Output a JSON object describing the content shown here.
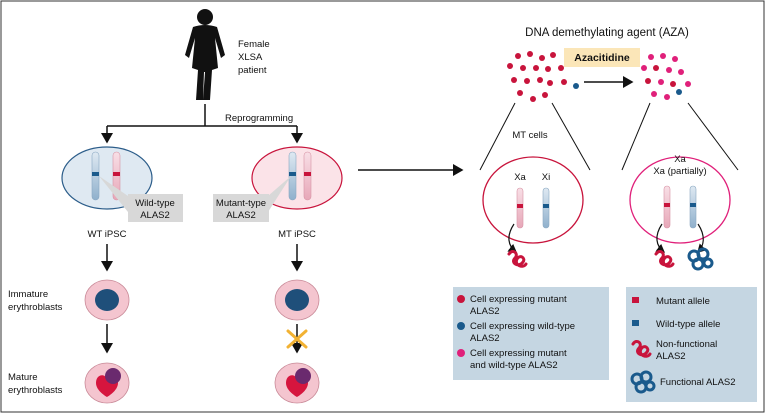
{
  "patient": {
    "line1": "Female",
    "line2": "XLSA",
    "line3": "patient"
  },
  "reprogramming": "Reprogramming",
  "left_cell_label": {
    "line1": "Wild-type",
    "line2": "ALAS2"
  },
  "right_cell_label": {
    "line1": "Mutant-type",
    "line2": "ALAS2"
  },
  "wt_ipsc": "WT iPSC",
  "mt_ipsc": "MT iPSC",
  "immature": {
    "line1": "Immature",
    "line2": "erythroblasts"
  },
  "mature": {
    "line1": "Mature",
    "line2": "erythroblasts"
  },
  "aza_title": "DNA demethylating agent (AZA)",
  "azacitidine": "Azacitidine",
  "mt_cells": "MT cells",
  "xa": "Xa",
  "xi": "Xi",
  "xa2": "Xa",
  "xa_partial": "Xa (partially)",
  "legend1": {
    "item1": {
      "line1": "Cell expressing mutant",
      "line2": "ALAS2"
    },
    "item2": {
      "line1": "Cell expressing wild-type",
      "line2": "ALAS2"
    },
    "item3": {
      "line1": "Cell expressing mutant",
      "line2": "and wild-type ALAS2"
    }
  },
  "legend2": {
    "mutant_allele": "Mutant allele",
    "wildtype_allele": "Wild-type allele",
    "nonfunctional": {
      "line1": "Non-functional",
      "line2": "ALAS2"
    },
    "functional": "Functional ALAS2"
  },
  "colors": {
    "mutant": "#c8143c",
    "wildtype": "#1a5a8c",
    "both": "#e0207a",
    "legend_bg": "#c5d6e2",
    "aza_bg": "#fbe6b8",
    "blocked": "#f2b233"
  }
}
